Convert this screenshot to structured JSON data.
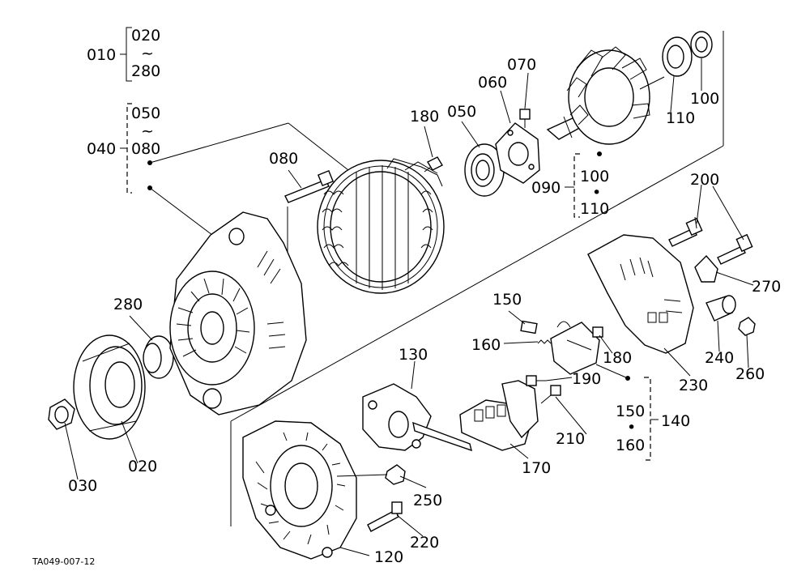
{
  "labels": {
    "l010": "010",
    "l010a": "020",
    "l010t": "~",
    "l010b": "280",
    "l040": "040",
    "l040a": "050",
    "l040t": "~",
    "l040b": "080",
    "l020": "020",
    "l030": "030",
    "l280": "280",
    "l080": "080",
    "l180a": "180",
    "l050": "050",
    "l060": "060",
    "l070": "070",
    "l110a": "110",
    "l100a": "100",
    "l090": "090",
    "l090a": "100",
    "l090d": "•",
    "l090b": "110",
    "l200": "200",
    "l270": "270",
    "l240": "240",
    "l260": "260",
    "l230": "230",
    "l150": "150",
    "l160": "160",
    "l180b": "180",
    "l190": "190",
    "l130": "130",
    "l210": "210",
    "l170": "170",
    "l140": "140",
    "l140a": "150",
    "l140d": "•",
    "l140b": "160",
    "l250": "250",
    "l220": "220",
    "l120": "120"
  },
  "code": "TA049-007-12"
}
